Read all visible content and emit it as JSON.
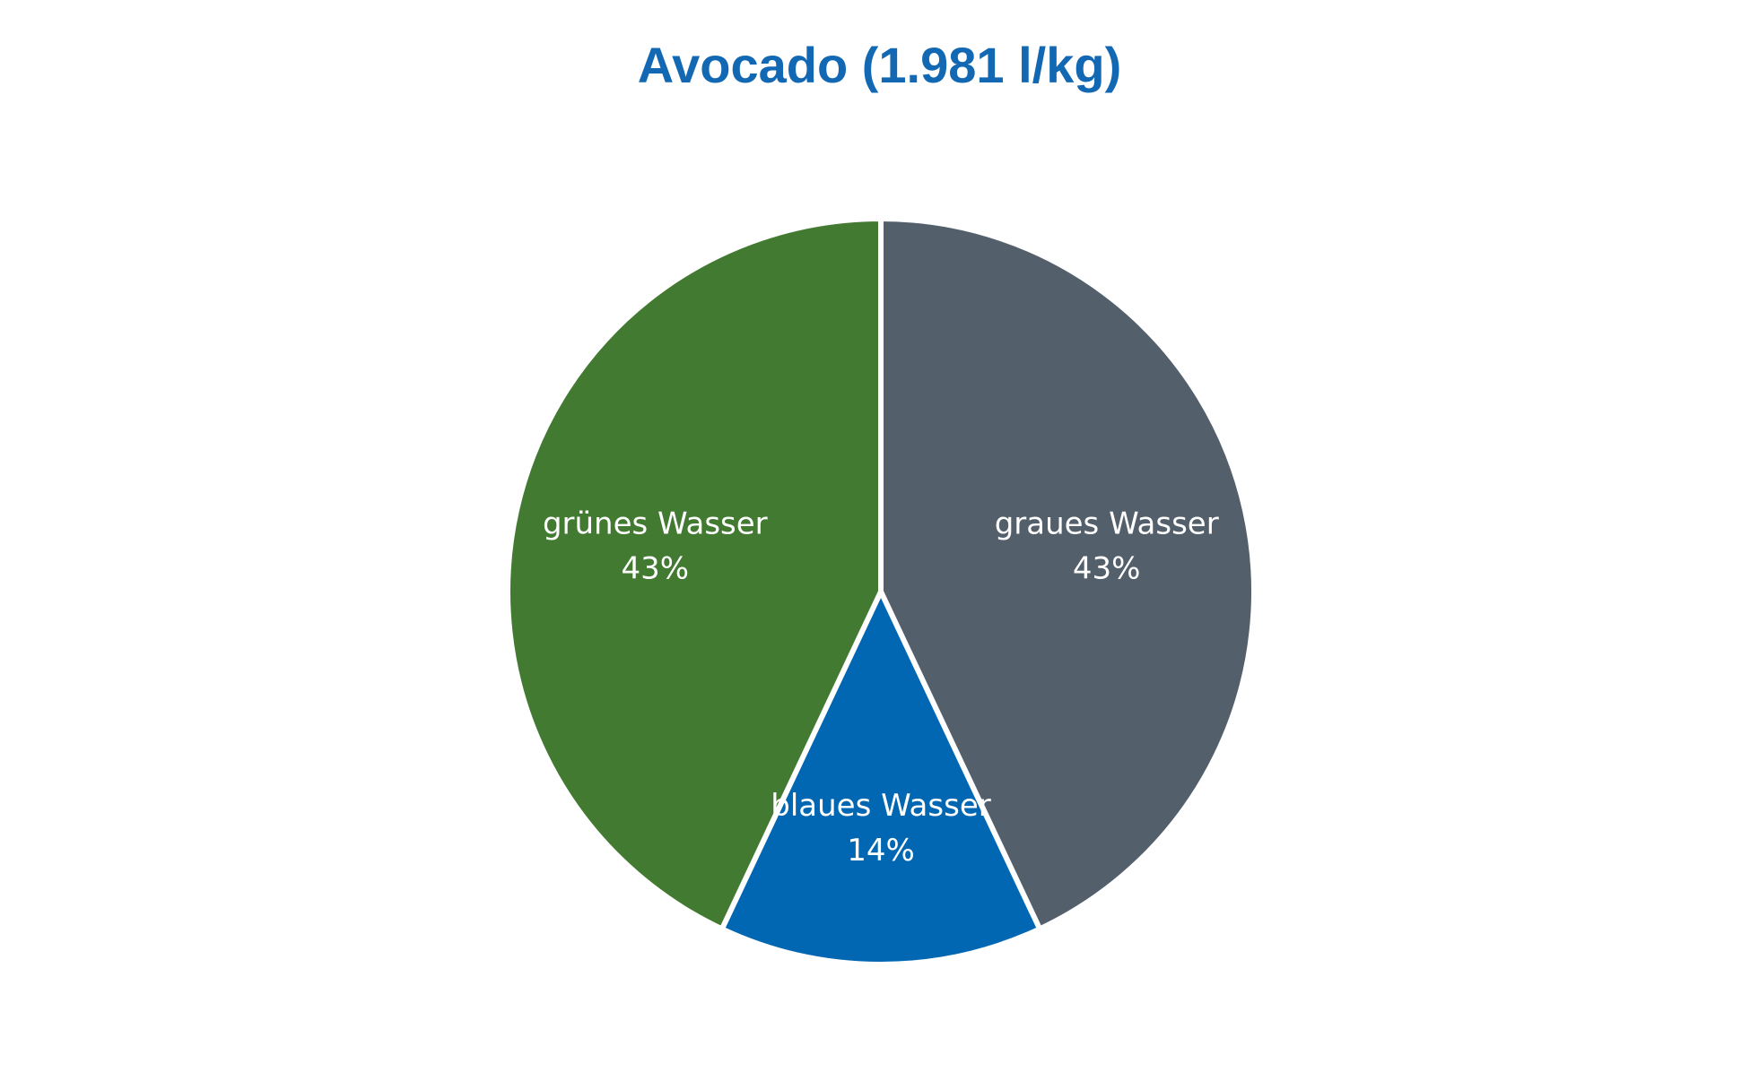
{
  "chart_data": {
    "type": "pie",
    "title": "Avocado (1.981 l/kg)",
    "slices": [
      {
        "name": "graues Wasser",
        "value": 43,
        "label": "43%",
        "color": "#535F6B"
      },
      {
        "name": "blaues Wasser",
        "value": 14,
        "label": "14%",
        "color": "#0267B2"
      },
      {
        "name": "grünes Wasser",
        "value": 43,
        "label": "43%",
        "color": "#437A31"
      }
    ],
    "start_angle_deg": 0,
    "direction": "clockwise",
    "title_color": "#1268B2",
    "separator_color": "#FFFFFF"
  }
}
